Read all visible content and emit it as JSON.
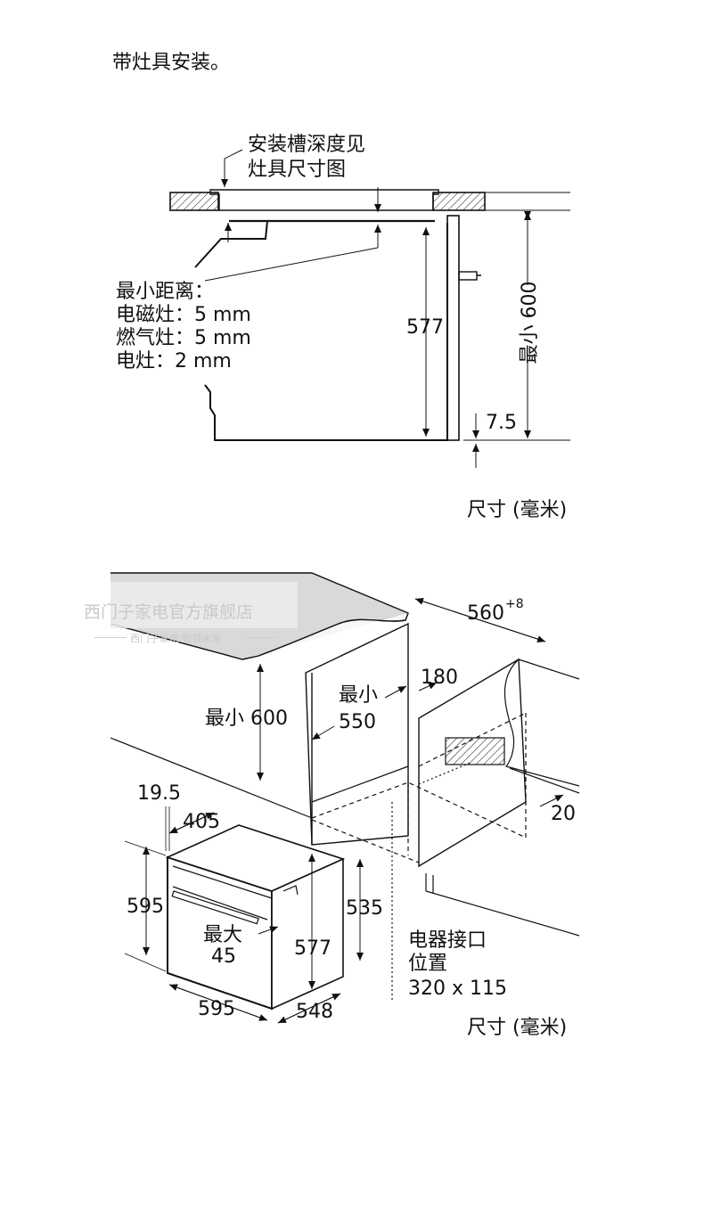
{
  "heading": "带灶具安装。",
  "diagram1": {
    "slot_note_line1": "安装槽深度见",
    "slot_note_line2": "灶具尺寸图",
    "min_distance_title": "最小距离：",
    "min_induction": "电磁灶：5 mm",
    "min_gas": "燃气灶：5 mm",
    "min_electric": "电灶：2 mm",
    "dim_577": "577",
    "dim_min600": "最小 600",
    "dim_7_5": "7.5",
    "units": "尺寸 (毫米)"
  },
  "diagram2": {
    "dim_560": "560",
    "dim_560_sup": "+8",
    "dim_min600": "最小 600",
    "dim_min550_line1": "最小",
    "dim_min550_line2": "550",
    "dim_180": "180",
    "dim_20": "20",
    "dim_19_5": "19.5",
    "dim_405": "405",
    "dim_595_height": "595",
    "dim_max45_line1": "最大",
    "dim_max45_line2": "45",
    "dim_577": "577",
    "dim_535": "535",
    "dim_595_width": "595",
    "dim_548": "548",
    "connector_line1": "电器接口",
    "connector_line2": "位置",
    "connector_line3": "320 x 115",
    "units": "尺寸 (毫米)"
  },
  "watermark": {
    "store": "西门子家电官方旗舰店",
    "tagline": "西门子家电 智领未来"
  }
}
